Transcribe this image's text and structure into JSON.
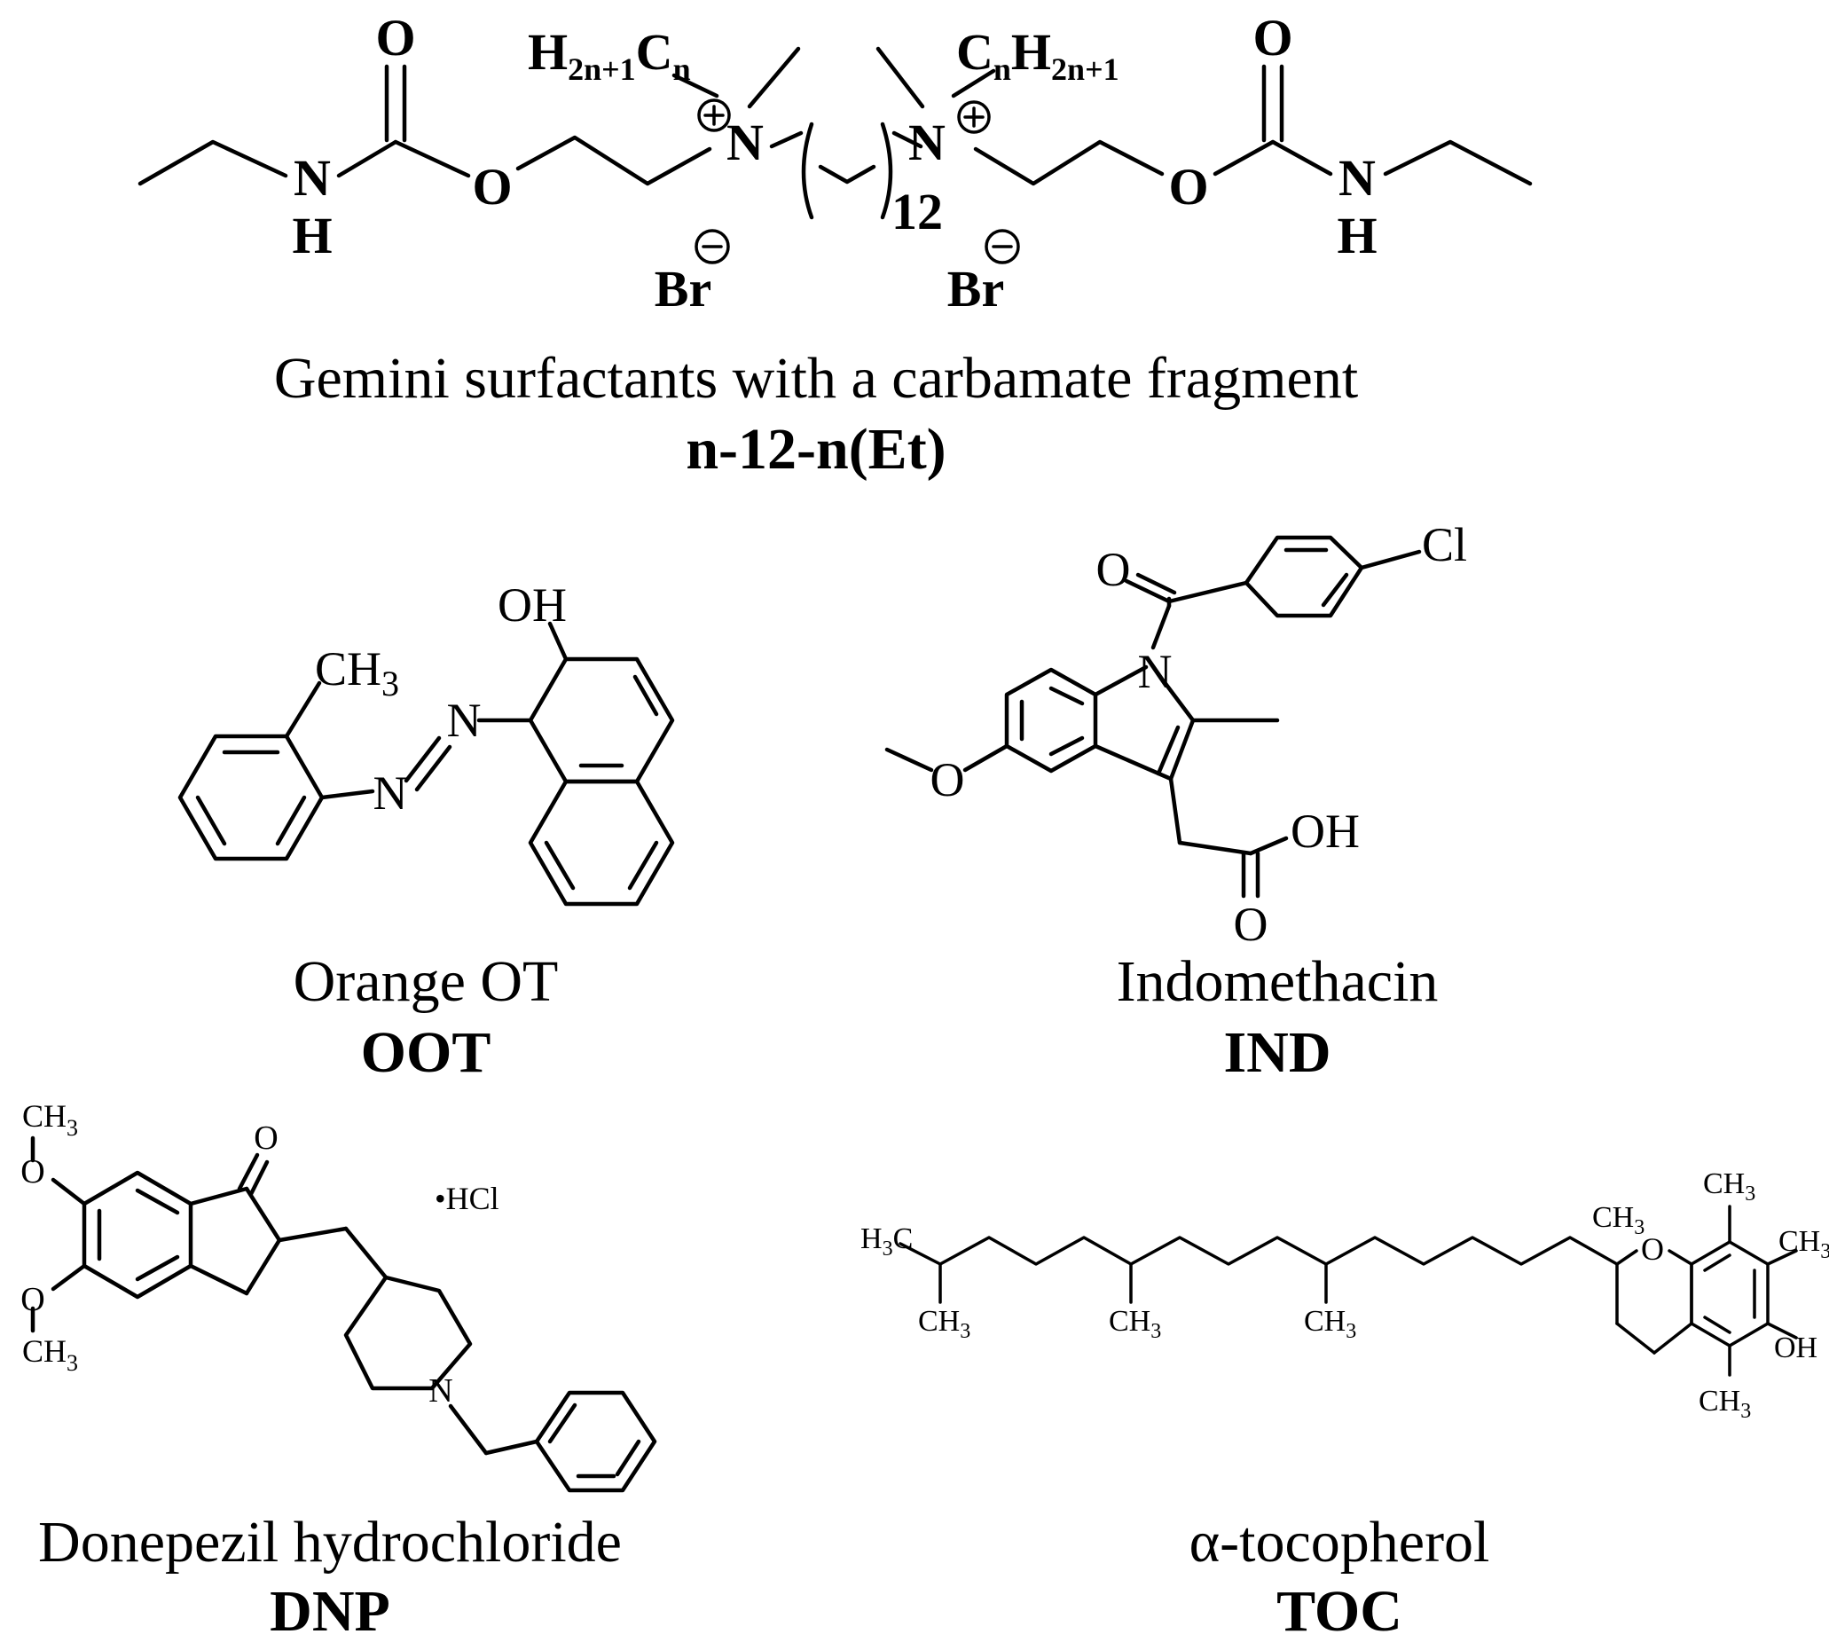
{
  "gemini": {
    "caption": "Gemini surfactants with a carbamate fragment",
    "code": "n-12-n(Et)",
    "labels": {
      "O_top_left": "O",
      "O_top_right": "O",
      "O_ester_left": "O",
      "O_ester_right": "O",
      "N_left": "N",
      "N_right": "N",
      "NH_N_left": "N",
      "NH_H_left": "H",
      "NH_N_right": "N",
      "NH_H_right": "H",
      "alkyl_left": "H2n+1Cn",
      "alkyl_right": "CnH2n+1",
      "spacer_count": "12",
      "Br_left": "Br",
      "Br_right": "Br",
      "plus": "+",
      "minus": "−"
    }
  },
  "oot": {
    "caption": "Orange OT",
    "code": "OOT",
    "labels": {
      "OH": "OH",
      "CH3": "CH3",
      "N1": "N",
      "N2": "N"
    }
  },
  "ind": {
    "caption": "Indomethacin",
    "code": "IND",
    "labels": {
      "O_keto": "O",
      "Cl": "Cl",
      "N": "N",
      "O_methoxy": "O",
      "OH": "OH",
      "O_acid": "O"
    }
  },
  "dnp": {
    "caption": "Donepezil hydrochloride",
    "code": "DNP",
    "labels": {
      "CH3_top": "CH3",
      "O_top": "O",
      "O_bottom": "O",
      "CH3_bottom": "CH3",
      "O_keto": "O",
      "salt": "•HCl",
      "N": "N"
    }
  },
  "toc": {
    "caption": "α-tocopherol",
    "code": "TOC",
    "labels": {
      "H3C": "H3C",
      "CH3_1": "CH3",
      "CH3_2": "CH3",
      "CH3_3": "CH3",
      "CH3_ring": "CH3",
      "O_ring": "O",
      "CH3_top": "CH3",
      "CH3_right": "CH3",
      "OH": "OH",
      "CH3_bottom": "CH3"
    }
  }
}
